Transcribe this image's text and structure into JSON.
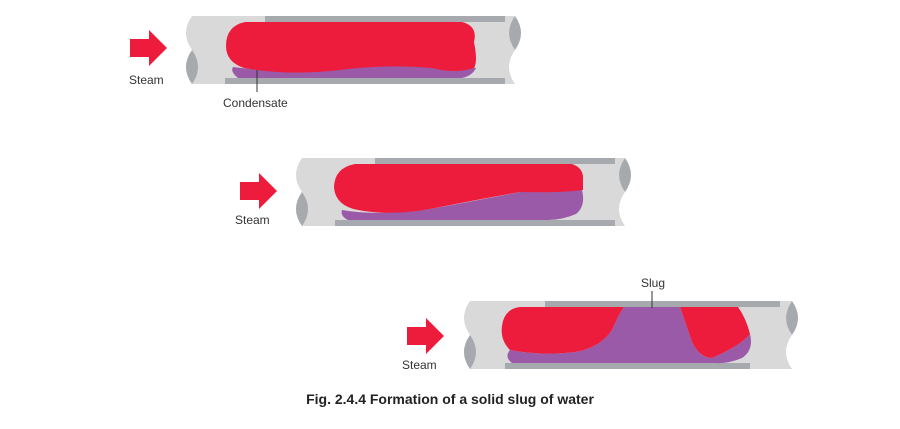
{
  "colors": {
    "steam": "#ee1c3c",
    "condensate": "#9b5aa8",
    "pipe_light": "#d9d9d9",
    "pipe_dark": "#a6a9ad",
    "arrow": "#ee1c3c"
  },
  "labels": {
    "steam_1": "Steam",
    "condensate": "Condensate",
    "steam_2": "Steam",
    "steam_3": "Steam",
    "slug": "Slug"
  },
  "caption": "Fig. 2.4.4 Formation of a solid slug of water",
  "icons": [
    "flow-arrow-icon"
  ]
}
